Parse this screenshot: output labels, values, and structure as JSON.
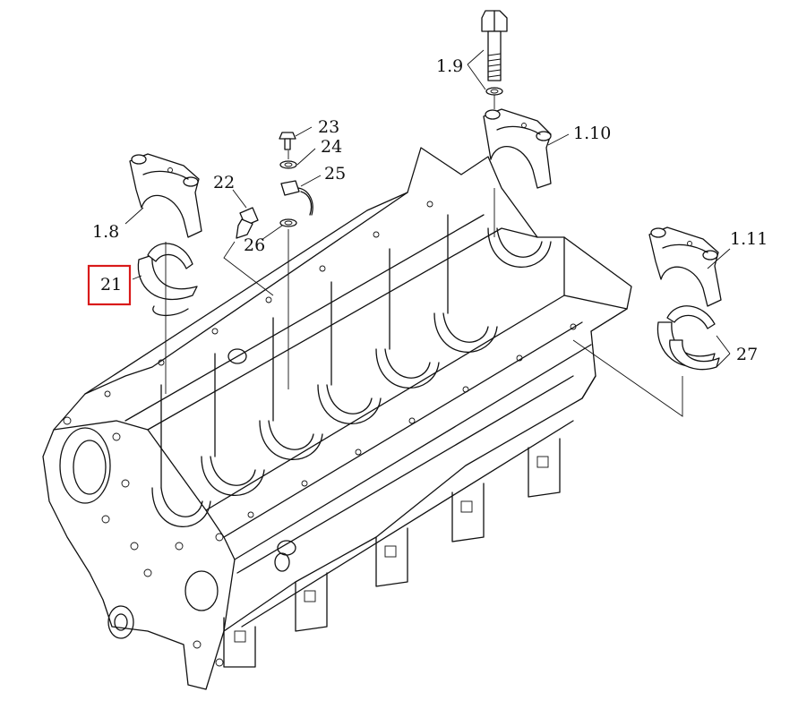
{
  "labels": {
    "l_1_9": "1.9",
    "l_1_10": "1.10",
    "l_1_8": "1.8",
    "l_1_11": "1.11",
    "l_21": "21",
    "l_22": "22",
    "l_23": "23",
    "l_24": "24",
    "l_25": "25",
    "l_26": "26",
    "l_27": "27"
  },
  "highlight_color": "#d91a1a"
}
